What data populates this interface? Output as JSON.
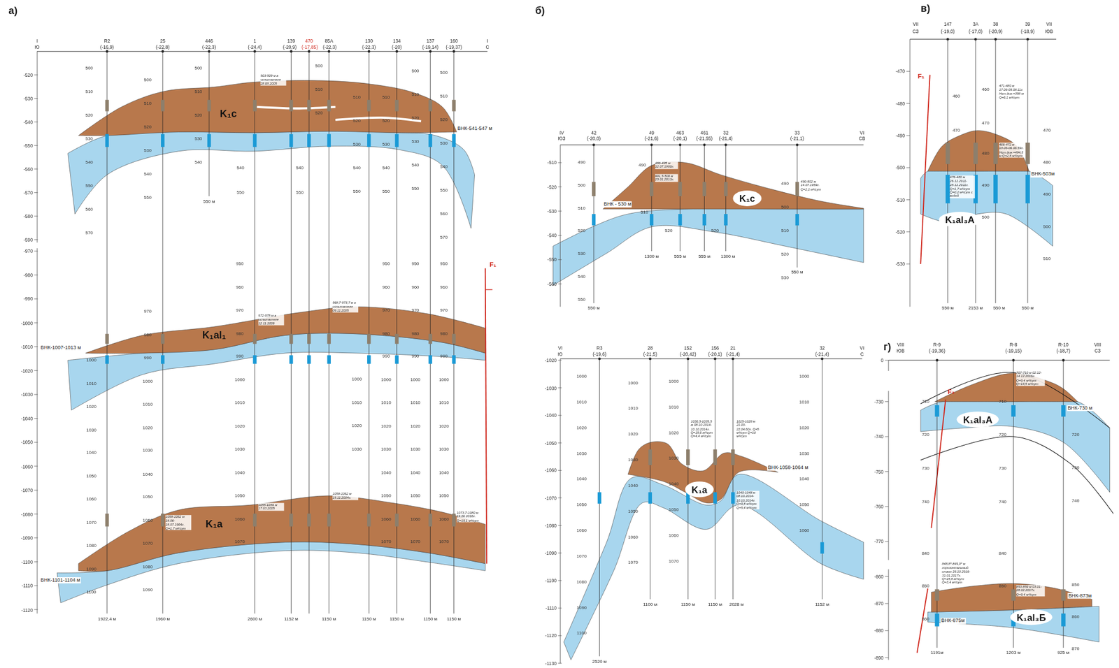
{
  "diagram": {
    "nodes": [
      {
        "text": [
          "K₁c"
        ]
      },
      {
        "text": [
          "K₁a"
        ]
      },
      {
        "text": [
          "K₁al₃A"
        ]
      },
      {
        "text": [
          "K₁al₃A"
        ]
      },
      {
        "text": [
          "K₁al₃Б"
        ]
      }
    ],
    "labels": [
      "а)",
      "б)",
      "в)",
      "г)",
      "I",
      "Ю",
      "I",
      "С",
      "R2",
      "25",
      "446",
      "1",
      "139",
      "470",
      "85А",
      "130",
      "134",
      "137",
      "160",
      "(-16,9)",
      "(-22,8)",
      "(-22,3)",
      "(-24,4)",
      "(-20,9)",
      "(-17,85)",
      "(-22,3)",
      "(-22,3)",
      "(-20)",
      "(-19,14)",
      "(-19,37)",
      "-520",
      "-530",
      "-540",
      "-550",
      "-560",
      "-570",
      "-580",
      "-590",
      "-970",
      "-980",
      "-990",
      "-1000",
      "-1010",
      "-1020",
      "-1030",
      "-1040",
      "-1050",
      "-1060",
      "-1070",
      "-1080",
      "-1090",
      "-1100",
      "-1110",
      "-1120",
      "500",
      "510",
      "520",
      "530",
      "540",
      "550",
      "560",
      "570",
      "500",
      "510",
      "520",
      "530",
      "540",
      "550",
      "500",
      "510",
      "520",
      "530",
      "540",
      "540",
      "550",
      "500",
      "510",
      "520",
      "540",
      "550",
      "510",
      "520",
      "530",
      "540",
      "550",
      "510",
      "520",
      "530",
      "540",
      "550",
      "500",
      "510",
      "520",
      "530",
      "540",
      "550",
      "500",
      "510",
      "520",
      "530",
      "540",
      "550",
      "560",
      "570",
      "1000",
      "1010",
      "1020",
      "1030",
      "1040",
      "1050",
      "1060",
      "1070",
      "1080",
      "1090",
      "1100",
      "970",
      "980",
      "990",
      "1000",
      "1010",
      "1020",
      "1030",
      "1040",
      "1050",
      "1060",
      "1070",
      "1080",
      "1090",
      "950",
      "960",
      "970",
      "980",
      "990",
      "1000",
      "1010",
      "1020",
      "1030",
      "1040",
      "1050",
      "1060",
      "1070",
      "1000",
      "1010",
      "1020",
      "1030",
      "950",
      "960",
      "970",
      "980",
      "990",
      "1000",
      "1010",
      "1020",
      "1030",
      "1040",
      "1050",
      "1060",
      "1070",
      "950",
      "960",
      "970",
      "980",
      "990",
      "1000",
      "1010",
      "1020",
      "1030",
      "1040",
      "1050",
      "1060",
      "1070",
      "950",
      "960",
      "970",
      "980",
      "990",
      "1000",
      "1010",
      "1020",
      "1030",
      "1040",
      "1050",
      "1060",
      "1070",
      "1922,4 м",
      "1960 м",
      "2600 м",
      "1152 м",
      "1150 м",
      "1150 м",
      "1150 м",
      "1150 м",
      "1150 м",
      "550 м",
      "K₁c",
      "K₁al₁",
      "K₁a",
      "ВНК-541-547 м",
      "ВНК-1007-1013 м",
      "ВНК-1101-1104 м",
      "F₁",
      "503-509 м в испытателе 28.08.2005",
      "972-978 м в испытателе 12.11.2006",
      "968,7-973,7 м в испытателе 09.11.2005",
      "1058-1062 м 18.06-18.07.1964г. Q=1,7 м³/сут",
      "1055-1056 м 17.03.2005",
      "1058-1062 м 15.11.2004г.",
      "1073,7-1080 м 19.06.2016г. Q=15,1 м³/сут",
      "IV",
      "ЮЗ",
      "42",
      "49",
      "463",
      "461",
      "32",
      "33",
      "(-20,0)",
      "(-21,6)",
      "(-20,1)",
      "(-21,55)",
      "(-21,4)",
      "(-21,1)",
      "VI",
      "СВ",
      "-510",
      "-520",
      "-530",
      "-540",
      "-550",
      "-560",
      "490",
      "500",
      "510",
      "520",
      "530",
      "540",
      "550",
      "490",
      "510",
      "520",
      "520",
      "490",
      "500",
      "510",
      "520",
      "530",
      "550 м",
      "1300 м",
      "555 м",
      "555 м",
      "1300 м",
      "550 м",
      "ВНК - 530 м",
      "488-495 м 12.07.1960г.",
      "491,5-500 м 23.01.2013г.",
      "490-502 м 14.07.1959г. Q=2,1 м³/сут",
      "VI",
      "Ю",
      "R3",
      "28",
      "152",
      "156",
      "21",
      "32",
      "(-19,6)",
      "(-21,5)",
      "(-20,42)",
      "(-20,1)",
      "(-21,4)",
      "(-21,4)",
      "VI",
      "С",
      "-1020",
      "-1030",
      "-1040",
      "-1050",
      "-1060",
      "-1070",
      "-1080",
      "-1090",
      "-1100",
      "-1110",
      "-1120",
      "-1130",
      "1000",
      "1010",
      "1020",
      "1030",
      "1040",
      "1050",
      "1060",
      "1070",
      "1080",
      "1090",
      "1100",
      "1000",
      "1010",
      "1020",
      "1030",
      "1040",
      "1050",
      "1060",
      "1070",
      "1000",
      "1010",
      "1020",
      "1030",
      "1040",
      "1050",
      "1060",
      "1070",
      "1000",
      "1010",
      "1020",
      "1030",
      "1040",
      "1050",
      "1060",
      "2520 м",
      "1100 м",
      "1150 м",
      "1150 м",
      "2028 м",
      "1152 м",
      "ВНК-1058-1064 м",
      "1030,5-1035,5 м 08.10.2014-10.10.2014г. Q=15,6 м³/сут Q=4,4 м³/сут",
      "1025-1028 м 21.03-22.04.60г. Q=5 м³/сут Q=10 м³/сут",
      "1040-1048 м 08.10.2014-10.10.2014г. Q=9,8 м³/сут Q=5,4 м³/сут",
      "VII",
      "СЗ",
      "147",
      "3А",
      "38",
      "39",
      "(-19,0)",
      "(-17,0)",
      "(-20,9)",
      "(-18,9)",
      "VII",
      "ЮВ",
      "-470",
      "-480",
      "-490",
      "-500",
      "-510",
      "-520",
      "-530",
      "460",
      "470",
      "460",
      "470",
      "480",
      "490",
      "500",
      "470",
      "480",
      "490",
      "500",
      "510",
      "550 м",
      "2153 м",
      "550 м",
      "550 м",
      "ВНК-503м",
      "F₁",
      "471-480 м 17.06-05.08.11г. Нст.дин.=398 м Q=6,1 м³/сут",
      "466-472 м 03.06-06.06.59г. Нст.дин.=494,5 м Q=2,8 м³/сут",
      "476-480 м 26.12.2011-28.12.2011г. Q=1,7 м³/сут Q=0,2 м³/сут с водой",
      "VIII",
      "ЮВ",
      "R-9",
      "R-8",
      "R-10",
      "(-19,36)",
      "(-19,15)",
      "(-18,7)",
      "VIII",
      "СЗ",
      "0",
      "-730",
      "-740",
      "-750",
      "-760",
      "-770",
      "-860",
      "-870",
      "-880",
      "-890",
      "710",
      "720",
      "730",
      "740",
      "840",
      "850",
      "860",
      "710",
      "720",
      "730",
      "740",
      "840",
      "850",
      "720",
      "730",
      "740",
      "850",
      "860",
      "870",
      "1191м",
      "1203 м",
      "925 м",
      "ВНК-730 м",
      "ВНК-873м",
      "ВНК-875м",
      "F₂",
      "707-710 м 02.12-14.12.2016г. Q=9,4 м³/сут Q=14,5 м³/сут",
      "848,8*-849,9* м горизонтальный ствол 26.10.2016-31.01.2017г. Q=15,8 м³/сут Q=3,4 м³/сут",
      "853-859 м 03.01-28.02.2017г. Q=9,4 м³/сут"
    ]
  }
}
